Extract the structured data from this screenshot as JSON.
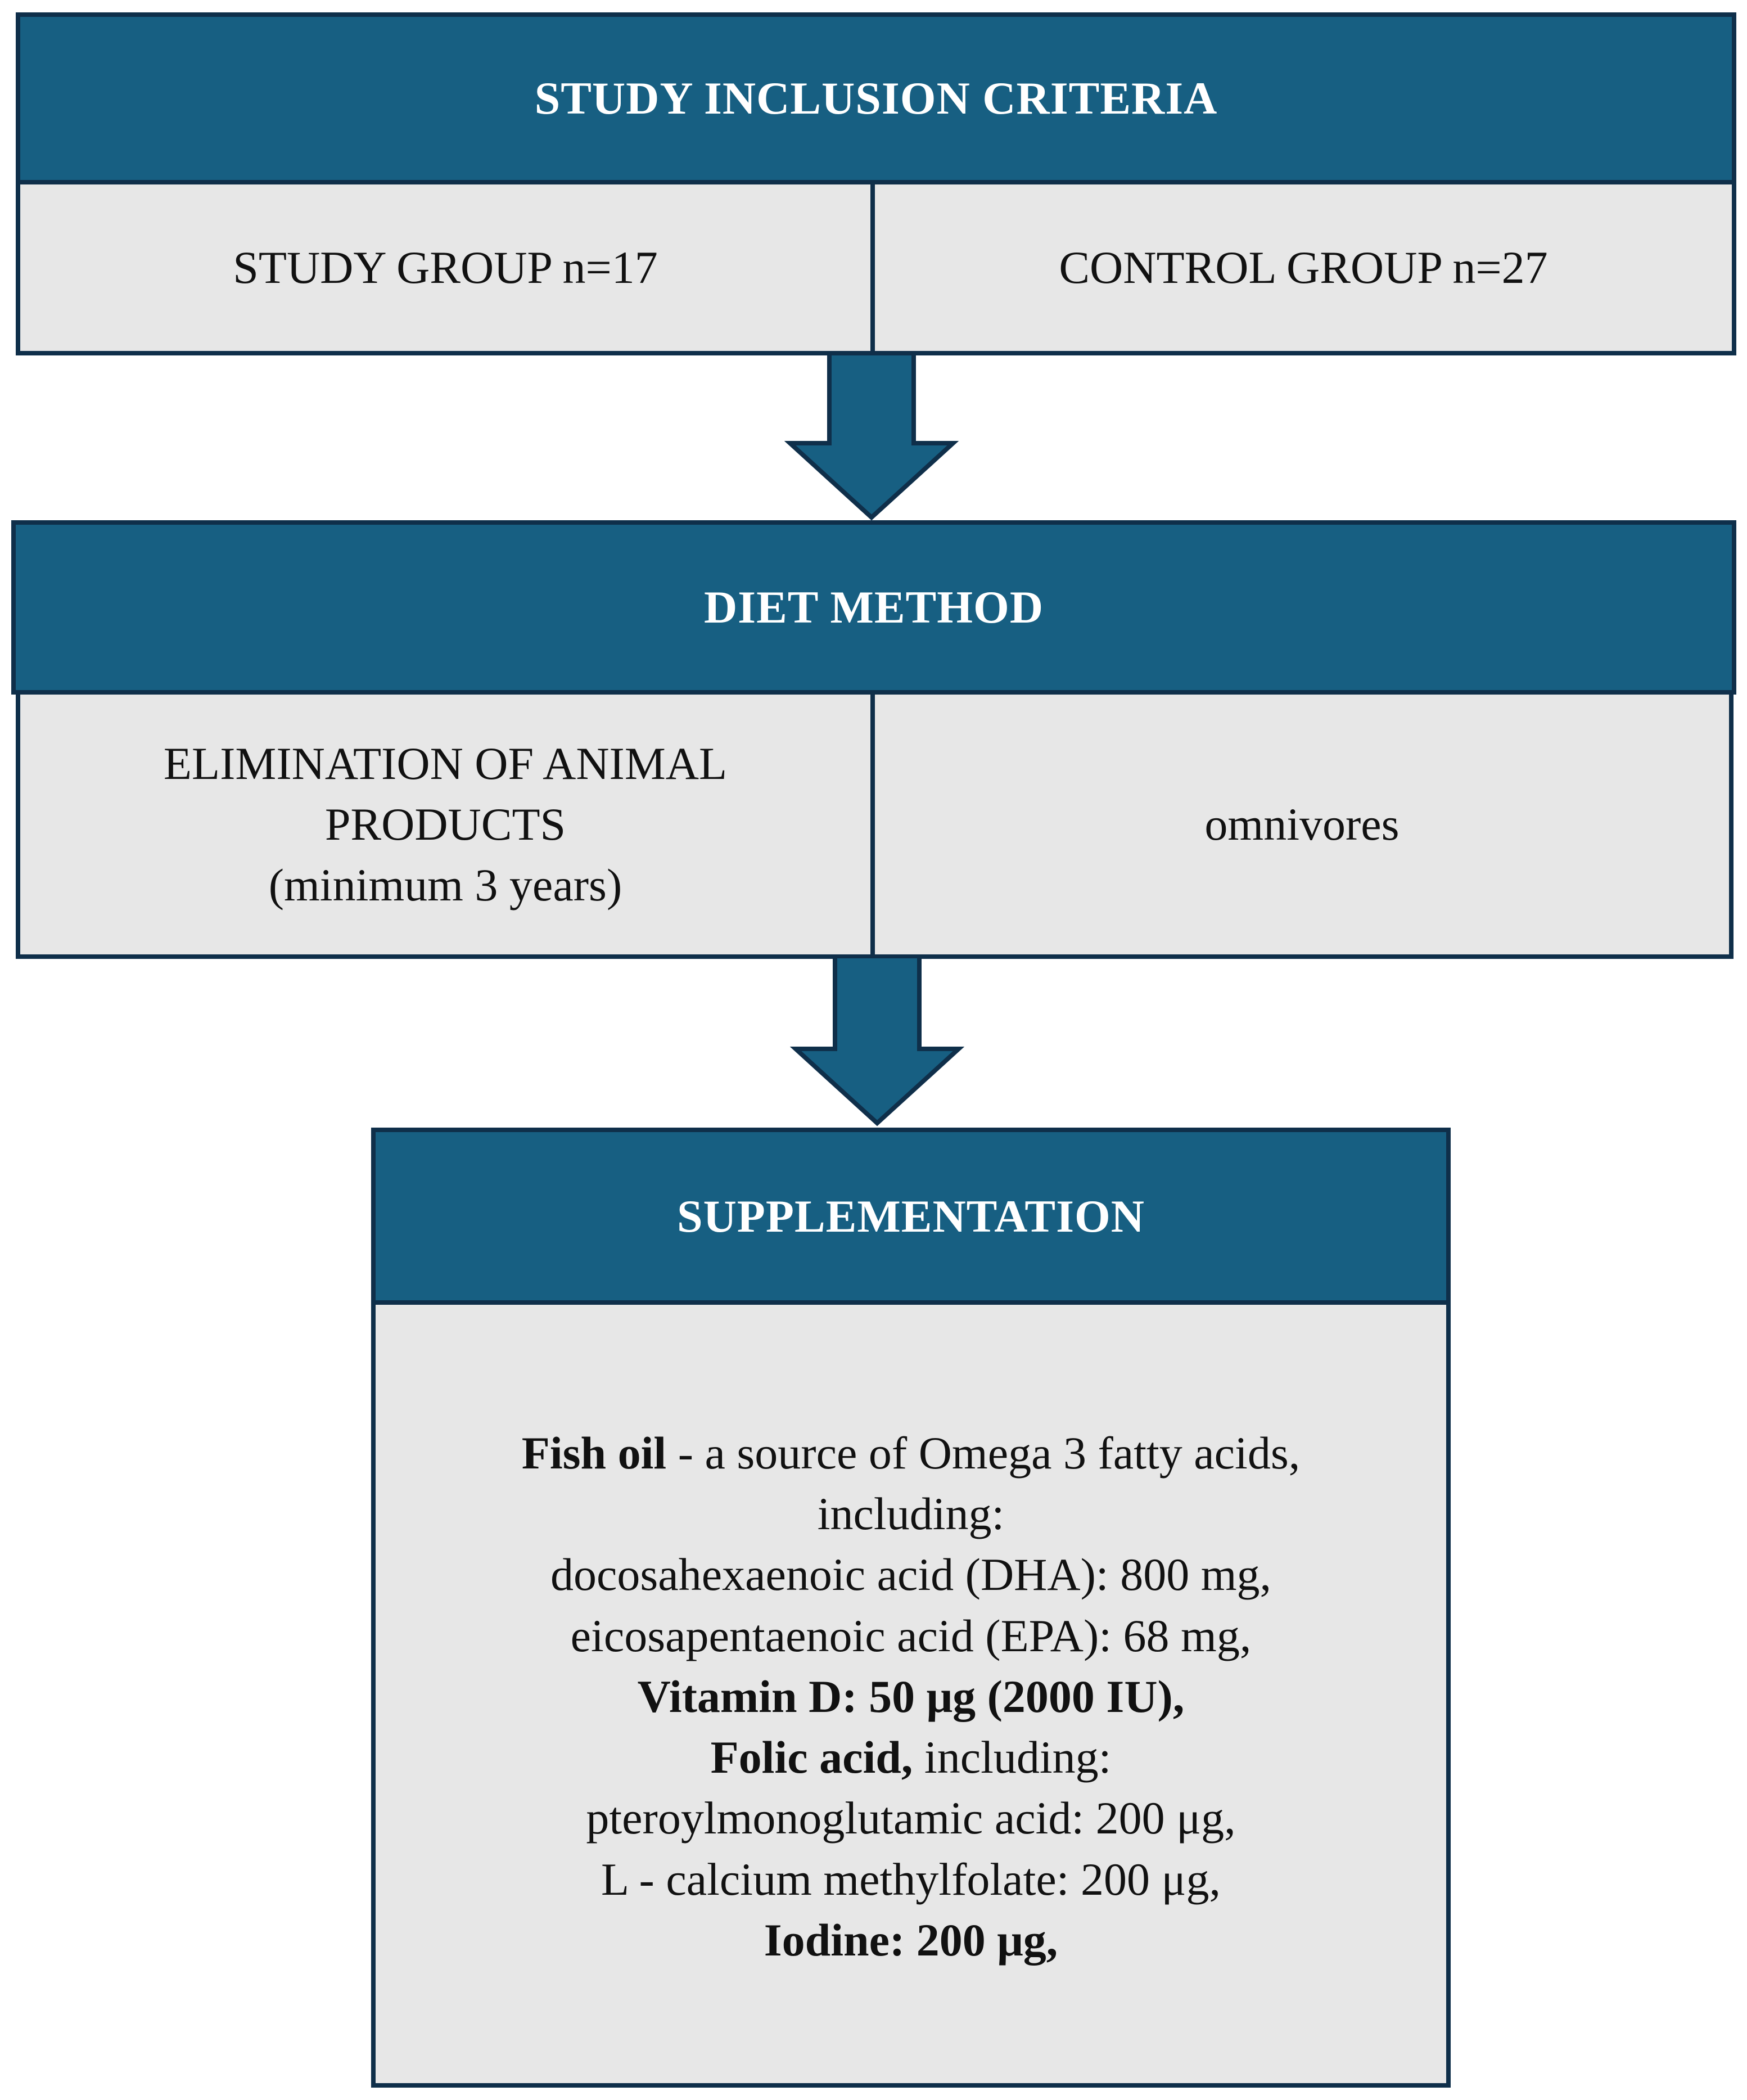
{
  "section1": {
    "title": "STUDY INCLUSION CRITERIA",
    "left": "STUDY GROUP n=17",
    "right": "CONTROL GROUP n=27"
  },
  "section2": {
    "title": "DIET METHOD",
    "left_line1": "ELIMINATION OF ANIMAL",
    "left_line2": "PRODUCTS",
    "left_line3": "(minimum 3 years)",
    "right": "omnivores"
  },
  "section3": {
    "title": "SUPPLEMENTATION",
    "fish_oil_bold": "Fish oil",
    "fish_oil_rest": " - a source of Omega 3 fatty acids,",
    "including_1": "including:",
    "dha": "docosahexaenoic acid (DHA): 800 mg,",
    "epa": "eicosapentaenoic acid (EPA): 68 mg,",
    "vitamin_d": "Vitamin D: 50 μg (2000 IU),",
    "folic_bold": "Folic acid,",
    "folic_rest": " including:",
    "ptero": "pteroylmonoglutamic acid: 200 μg,",
    "methylfolate": "L - calcium methylfolate: 200 μg,",
    "iodine": "Iodine: 200 μg,"
  },
  "colors": {
    "header": "#175f82",
    "border": "#0f2f4a",
    "cell": "#e7e7e7"
  }
}
